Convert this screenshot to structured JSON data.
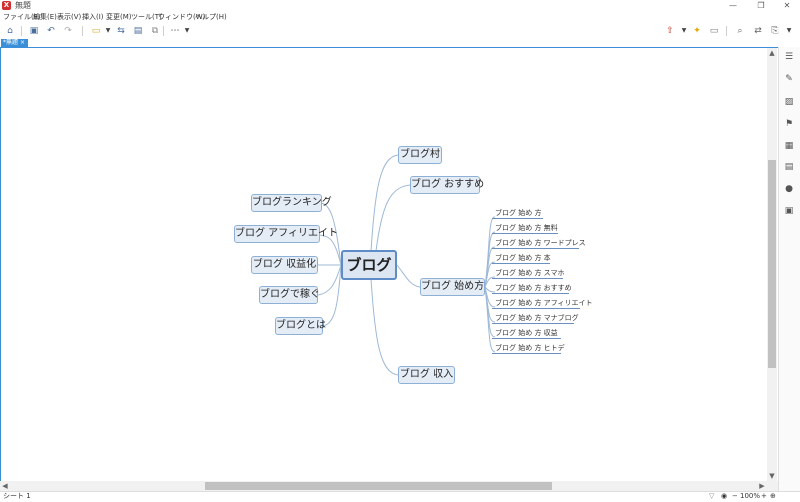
{
  "window": {
    "title": "無題",
    "app_icon": "app-logo-icon",
    "minimize": "—",
    "restore": "❐",
    "close": "✕"
  },
  "menu": [
    "ファイル(F)",
    "編集(E)",
    "表示(V)",
    "挿入(I)",
    "変更(M)",
    "ツール(T)",
    "ウィンドウ(W)",
    "ヘルプ(H)"
  ],
  "tab": {
    "label": "*無題",
    "close": "×"
  },
  "map": {
    "central": "ブログ",
    "left": [
      "ブログランキング",
      "ブログ アフィリエイト",
      "ブログ 収益化",
      "ブログで稼ぐ",
      "ブログとは"
    ],
    "right": [
      "ブログ村",
      "ブログ おすすめ",
      "ブログ 始め方",
      "ブログ 収入"
    ],
    "subtopics": [
      "ブログ 始め 方",
      "ブログ 始め 方 無料",
      "ブログ 始め 方 ワードプレス",
      "ブログ 始め 方 本",
      "ブログ 始め 方 スマホ",
      "ブログ 始め 方 おすすめ",
      "ブログ 始め 方 アフィリエイト",
      "ブログ 始め 方 マナブログ",
      "ブログ 始め 方 収益",
      "ブログ 始め 方 ヒトデ"
    ]
  },
  "status": {
    "sheet": "シート 1",
    "zoom": "100%",
    "minus": "−",
    "plus": "+",
    "filter": "▽"
  },
  "colors": {
    "accent": "#3a8fd8",
    "node_fill": "#e4ecf6",
    "node_border": "#8fb0d6",
    "line": "#9fb9d6"
  }
}
